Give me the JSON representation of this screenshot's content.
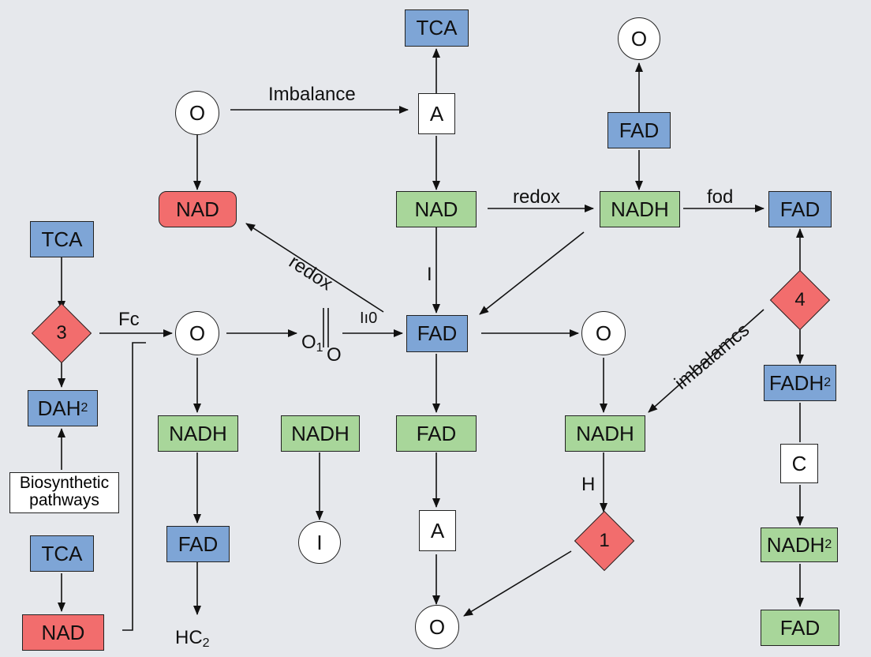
{
  "nodes": {
    "tca_top": "TCA",
    "o_top_right": "O",
    "o_left_top": "O",
    "a_top": "A",
    "fad_top_right": "FAD",
    "nad_red_top": "NAD",
    "nad_green_center": "NAD",
    "nadh_green_top": "NADH",
    "fad_right": "FAD",
    "tca_left": "TCA",
    "diamond_3": "3",
    "diamond_4": "4",
    "dah_base": "DAH",
    "dah_sub": "2",
    "biosynthetic_line1": "Biosynthetic",
    "biosynthetic_line2": "pathways",
    "tca_bottom_left": "TCA",
    "nad_red_bottom": "NAD",
    "o_mid_left": "O",
    "fad_center": "FAD",
    "o_mid_right": "O",
    "fadh_base": "FADH",
    "fadh_sub": "2",
    "nadh_left": "NADH",
    "nadh_mid": "NADH",
    "fad_green_center": "FAD",
    "nadh_right": "NADH",
    "c_box": "C",
    "fad_bottom_left": "FAD",
    "i_circle": "I",
    "a_bottom": "A",
    "diamond_1": "1",
    "nadh2_base": "NADH",
    "nadh2_sub": "2",
    "o_bottom": "O",
    "fad_bottom_right": "FAD"
  },
  "labels": {
    "imbalance": "Imbalance",
    "redox_top": "redox",
    "fod": "fod",
    "redox_diag": "redox",
    "i_vertical": "I",
    "fc": "Fc",
    "ho": "Iı0",
    "o1_base": "O",
    "o1_sub": "1",
    "o_after_bar": "O",
    "imbalamcs": "imbalamcs",
    "h": "H",
    "hc_base": "HC",
    "hc_sub": "2"
  },
  "colors": {
    "blue": "#7ea5d6",
    "green": "#a8d69a",
    "red": "#f26d6d",
    "background": "#e6e8ec"
  }
}
